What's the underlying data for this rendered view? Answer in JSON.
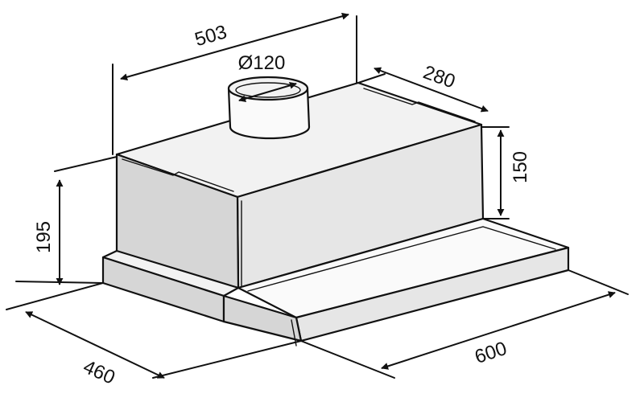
{
  "drawing": {
    "dimensions": {
      "top_width": "503",
      "duct_diameter": "Ø120",
      "top_depth": "280",
      "top_height": "150",
      "body_height": "195",
      "base_depth": "460",
      "base_width": "600"
    },
    "colors": {
      "line": "#111111",
      "background": "#ffffff"
    }
  }
}
